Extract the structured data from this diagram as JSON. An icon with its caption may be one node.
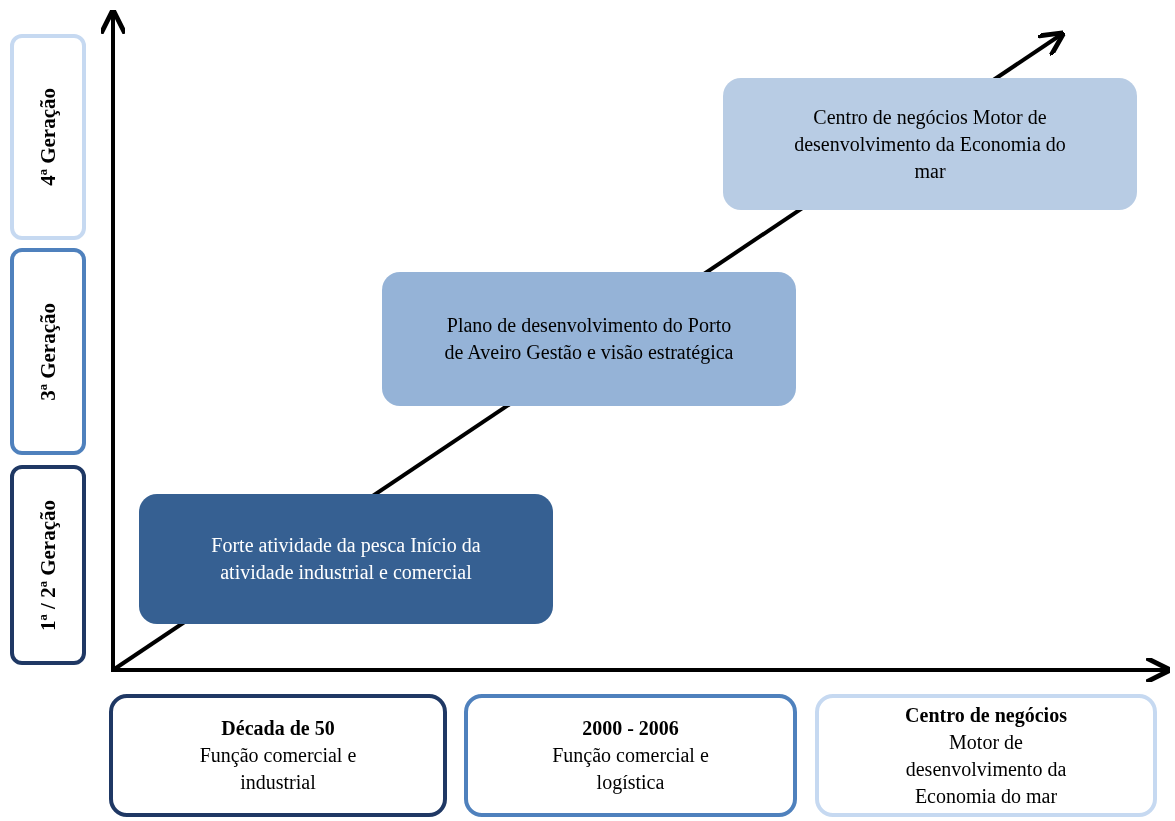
{
  "diagram": {
    "nodes": [
      {
        "text": [
          "4ª Geração"
        ]
      },
      {
        "text": [
          "3ª Geração"
        ]
      },
      {
        "text": [
          "1ª / 2ª Geração"
        ]
      },
      {
        "text": [
          "Centro de negócios Motor de desenvolvimento da Economia do mar"
        ]
      },
      {
        "text": [
          "Plano de desenvolvimento do Porto de Aveiro Gestão e visão estratégica"
        ]
      },
      {
        "text": [
          "Forte atividade da pesca Início da atividade industrial e comercial"
        ]
      },
      {
        "text": [
          "Década de 50",
          "Função comercial e industrial"
        ]
      },
      {
        "text": [
          "2000 - 2006",
          "Função comercial e logística"
        ]
      },
      {
        "text": [
          "Centro de negócios",
          "Motor de desenvolvimento da Economia do mar"
        ]
      }
    ]
  }
}
